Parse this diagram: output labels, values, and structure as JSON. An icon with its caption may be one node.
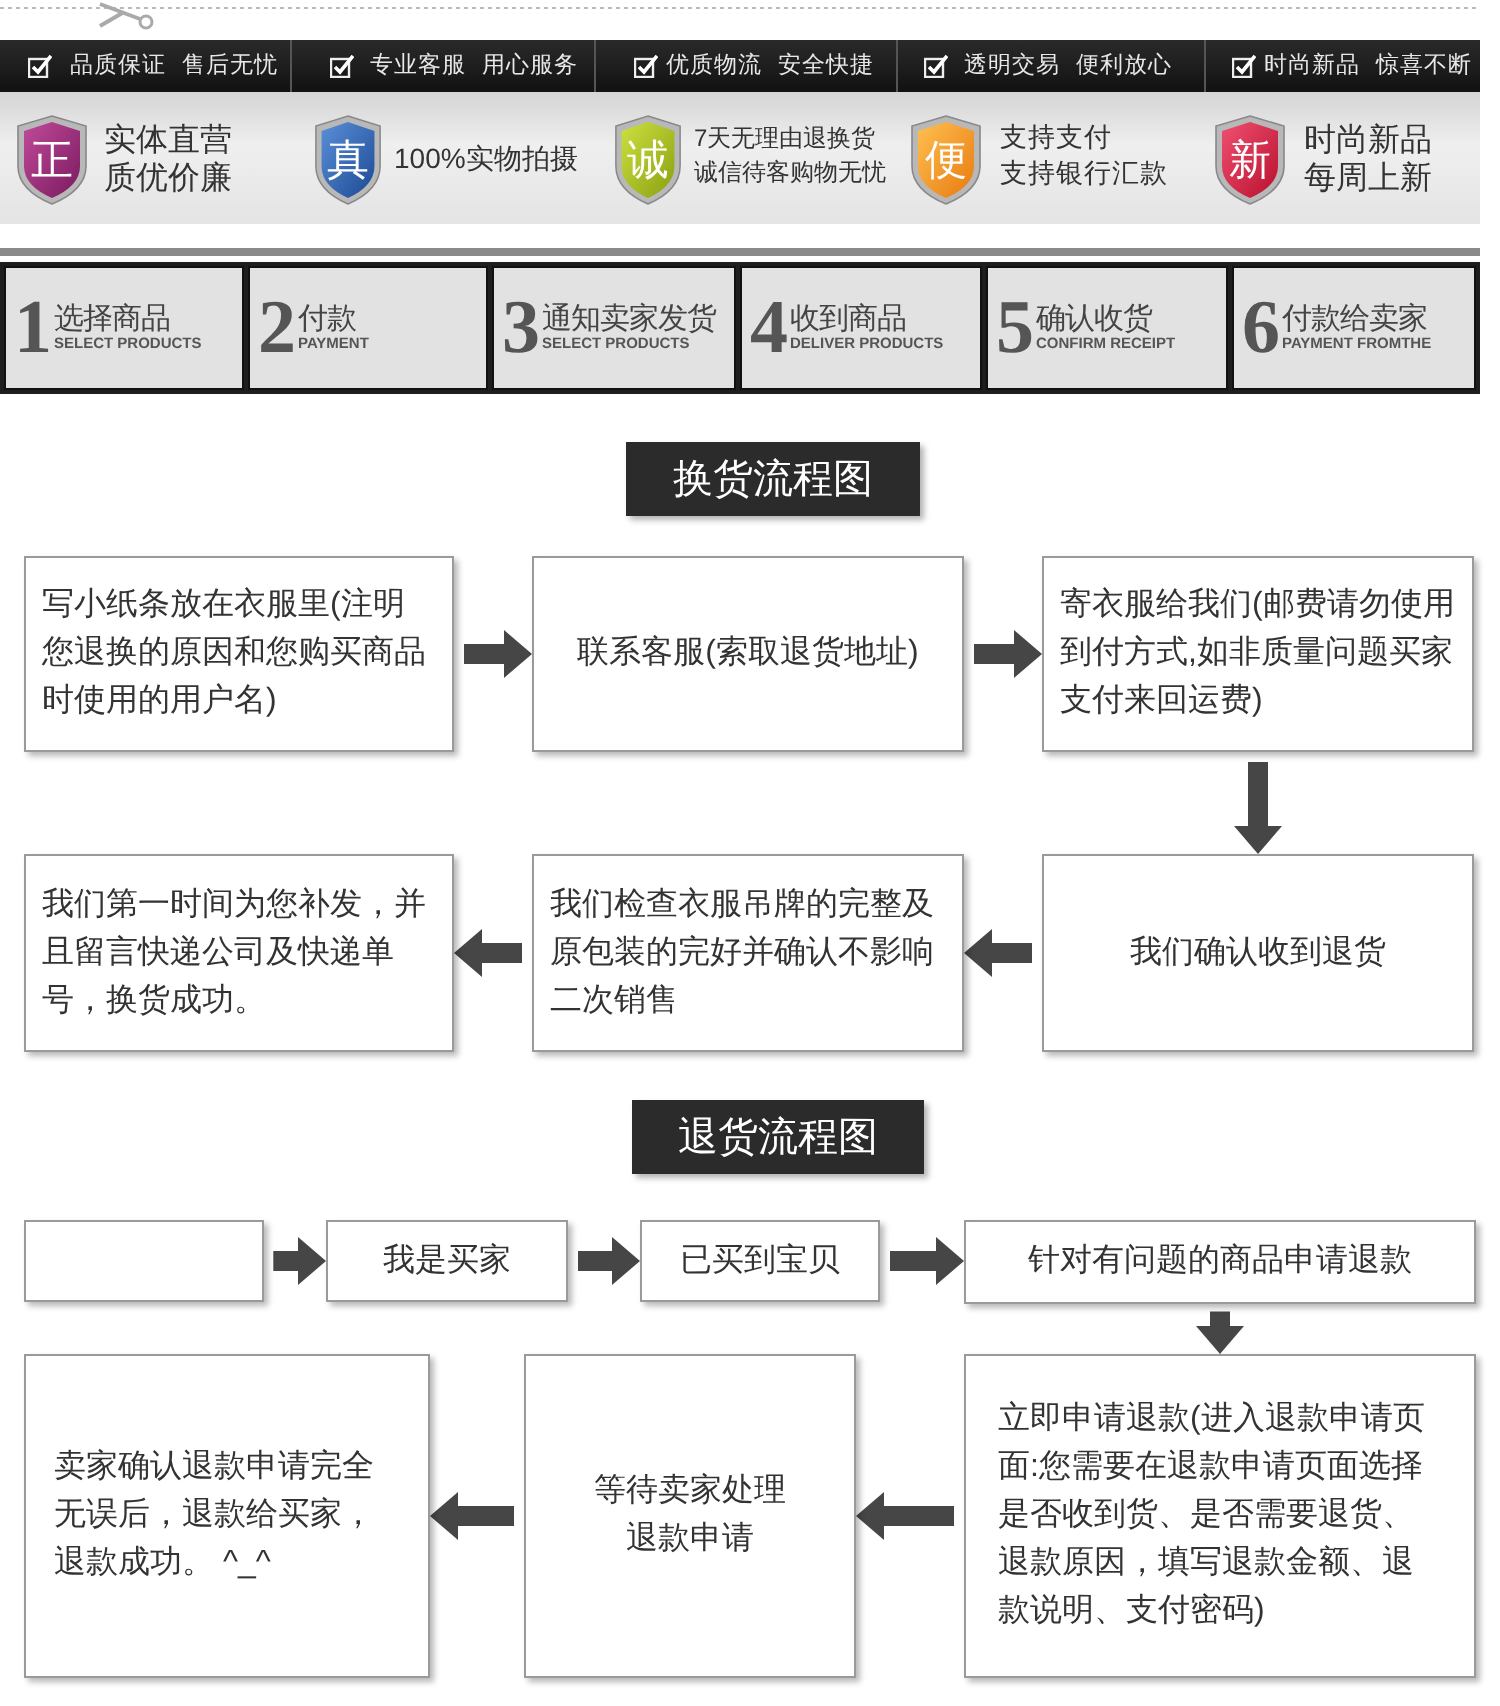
{
  "diagram": {
    "nodes": [
      {
        "text": [
          "正"
        ],
        "beside": [
          "实体直营",
          "质优价廉"
        ]
      },
      {
        "text": [
          "真"
        ],
        "beside": [
          "100%实物拍摄"
        ]
      },
      {
        "text": [
          "诚"
        ],
        "beside": [
          "7天无理由退换货",
          "诚信待客购物无忧"
        ]
      },
      {
        "text": [
          "便"
        ],
        "beside": [
          "支持支付",
          "支持银行汇款"
        ]
      },
      {
        "text": [
          "新"
        ],
        "beside": [
          "时尚新品",
          "每周上新"
        ]
      },
      {
        "text": [
          "1",
          "选择商品",
          "SELECT PRODUCTS"
        ]
      },
      {
        "text": [
          "2",
          "付款",
          "PAYMENT"
        ]
      },
      {
        "text": [
          "3",
          "通知卖家发货",
          "SELECT PRODUCTS"
        ]
      },
      {
        "text": [
          "4",
          "收到商品",
          "DELIVER PRODUCTS"
        ]
      },
      {
        "text": [
          "5",
          "确认收货",
          "CONFIRM RECEIPT"
        ]
      },
      {
        "text": [
          "6",
          "付款给卖家",
          "PAYMENT FROMTHE"
        ]
      },
      {
        "text": [
          "换货流程图"
        ]
      },
      {
        "text": [
          "写小纸条放在衣服里(注明您退换的原因和您购买商品时使用的用户名)"
        ]
      },
      {
        "text": [
          "联系客服(索取退货地址)"
        ]
      },
      {
        "text": [
          "寄衣服给我们(邮费请勿使用到付方式,如非质量问题买家支付来回运费)"
        ]
      },
      {
        "text": [
          "我们确认收到退货"
        ]
      },
      {
        "text": [
          "我们检查衣服吊牌的完整及原包装的完好并确认不影响二次销售"
        ]
      },
      {
        "text": [
          "我们第一时间为您补发，并且留言快递公司及快递单号，换货成功。"
        ]
      },
      {
        "text": [
          "退货流程图"
        ]
      },
      {
        "text": [],
        "shape": "box"
      },
      {
        "text": [
          "我是买家"
        ]
      },
      {
        "text": [
          "已买到宝贝"
        ]
      },
      {
        "text": [
          "针对有问题的商品申请退款"
        ]
      },
      {
        "text": [
          "立即申请退款(进入退款申请页面:您需要在退款申请页面选择是否收到货、是否需要退货、退款原因，填写退款金额、退款说明、支付密码)"
        ]
      },
      {
        "text": [
          "等待卖家处理退款申请"
        ]
      },
      {
        "text": [
          "卖家确认退款申请完全无误后，退款给买家，退款成功。 ^_^"
        ]
      }
    ],
    "edges": [
      {
        "from": 12,
        "to": 13,
        "arrow": "to"
      },
      {
        "from": 13,
        "to": 14,
        "arrow": "to"
      },
      {
        "from": 14,
        "to": 15,
        "arrow": "to"
      },
      {
        "from": 15,
        "to": 16,
        "arrow": "to"
      },
      {
        "from": 16,
        "to": 17,
        "arrow": "to"
      },
      {
        "from": 19,
        "to": 20,
        "arrow": "to"
      },
      {
        "from": 20,
        "to": 21,
        "arrow": "to"
      },
      {
        "from": 21,
        "to": 22,
        "arrow": "to"
      },
      {
        "from": 22,
        "to": 23,
        "arrow": "to"
      },
      {
        "from": 23,
        "to": 24,
        "arrow": "to"
      },
      {
        "from": 24,
        "to": 25,
        "arrow": "to"
      }
    ],
    "labels": [
      "品质保证 售后无忧",
      "专业客服 用心服务",
      "优质物流 安全快捷",
      "透明交易 便利放心",
      "时尚新品 惊喜不断"
    ]
  }
}
